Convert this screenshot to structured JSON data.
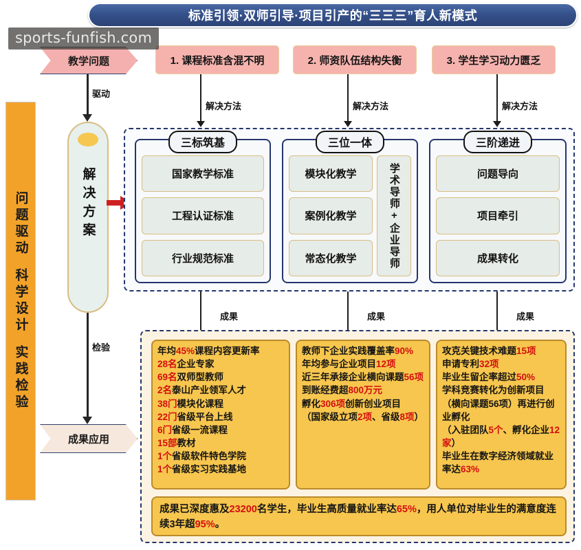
{
  "title": "标准引领·双师引导·项目引产的“三三三”育人新模式",
  "watermark": "sports-funfish.com",
  "sidebar": {
    "segments": [
      "问题驱动",
      "科学设计",
      "实践检验"
    ]
  },
  "flow": {
    "problem_chevron": "教学问题",
    "drive_label": "驱动",
    "solution_pill": "解决方案",
    "verify_label": "检验",
    "result_chevron": "成果应用"
  },
  "problems": [
    {
      "label": "1. 课程标准含混不明",
      "method_label": "解决方法"
    },
    {
      "label": "2. 师资队伍结构失衡",
      "method_label": "解决方法"
    },
    {
      "label": "3. 学生学习动力匮乏",
      "method_label": "解决方法"
    }
  ],
  "solution_groups": [
    {
      "title": "三标筑基",
      "items": [
        "国家教学标准",
        "工程认证标准",
        "行业规范标准"
      ],
      "mentor": null,
      "outcome_label": "成果"
    },
    {
      "title": "三位一体",
      "items": [
        "模块化教学",
        "案例化教学",
        "常态化教学"
      ],
      "mentor": "学术导师+企业导师",
      "outcome_label": "成果"
    },
    {
      "title": "三阶递进",
      "items": [
        "问题导向",
        "项目牵引",
        "成果转化"
      ],
      "mentor": null,
      "outcome_label": "成果"
    }
  ],
  "achievements": [
    {
      "lines": [
        [
          {
            "t": "年均",
            "h": false
          },
          {
            "t": "45%",
            "h": true
          },
          {
            "t": "课程内容更新率",
            "h": false
          }
        ],
        [
          {
            "t": "28名",
            "h": true
          },
          {
            "t": "企业专家",
            "h": false
          }
        ],
        [
          {
            "t": "69名",
            "h": true
          },
          {
            "t": "双师型教师",
            "h": false
          }
        ],
        [
          {
            "t": "2名",
            "h": true
          },
          {
            "t": "泰山产业领军人才",
            "h": false
          }
        ],
        [
          {
            "t": "38门",
            "h": true
          },
          {
            "t": "模块化课程",
            "h": false
          }
        ],
        [
          {
            "t": "22门",
            "h": true
          },
          {
            "t": "省级平台上线",
            "h": false
          }
        ],
        [
          {
            "t": "6门",
            "h": true
          },
          {
            "t": "省级一流课程",
            "h": false
          }
        ],
        [
          {
            "t": "15部",
            "h": true
          },
          {
            "t": "教材",
            "h": false
          }
        ],
        [
          {
            "t": "1个",
            "h": true
          },
          {
            "t": "省级软件特色学院",
            "h": false
          }
        ],
        [
          {
            "t": "1个",
            "h": true
          },
          {
            "t": "省级实习实践基地",
            "h": false
          }
        ]
      ]
    },
    {
      "lines": [
        [
          {
            "t": "教师下企业实践覆盖率",
            "h": false
          },
          {
            "t": "90%",
            "h": true
          }
        ],
        [
          {
            "t": "年均参与企业项目",
            "h": false
          },
          {
            "t": "12项",
            "h": true
          }
        ],
        [
          {
            "t": "近三年承接企业横向课题",
            "h": false
          },
          {
            "t": "56项",
            "h": true
          }
        ],
        [
          {
            "t": "到账经费超",
            "h": false
          },
          {
            "t": "800万元",
            "h": true
          }
        ],
        [
          {
            "t": "孵化",
            "h": false
          },
          {
            "t": "306项",
            "h": true
          },
          {
            "t": "创新创业项目",
            "h": false
          }
        ],
        [
          {
            "t": "（国家级立项",
            "h": false
          },
          {
            "t": "2项",
            "h": true
          },
          {
            "t": "、省级",
            "h": false
          },
          {
            "t": "8项",
            "h": true
          },
          {
            "t": "）",
            "h": false
          }
        ]
      ]
    },
    {
      "lines": [
        [
          {
            "t": "攻克关键技术难题",
            "h": false
          },
          {
            "t": "15项",
            "h": true
          }
        ],
        [
          {
            "t": "申请专利",
            "h": false
          },
          {
            "t": "32项",
            "h": true
          }
        ],
        [
          {
            "t": "毕业生留企率超过",
            "h": false
          },
          {
            "t": "50%",
            "h": true
          }
        ],
        [
          {
            "t": "学科竞赛转化为创新项目（横向课题56项）再进行创业孵化",
            "h": false
          }
        ],
        [
          {
            "t": "（入驻团队",
            "h": false
          },
          {
            "t": "5个",
            "h": true
          },
          {
            "t": "、孵化企业",
            "h": false
          },
          {
            "t": "12家",
            "h": true
          },
          {
            "t": "）",
            "h": false
          }
        ],
        [
          {
            "t": "毕业生在数字经济领域就业率达",
            "h": false
          },
          {
            "t": "63%",
            "h": true
          }
        ]
      ]
    }
  ],
  "summary": {
    "lines": [
      [
        {
          "t": "成果已深度惠及",
          "h": false
        },
        {
          "t": "23200",
          "h": true
        },
        {
          "t": "名学生，毕业生高质量就业率达",
          "h": false
        },
        {
          "t": "65%",
          "h": true
        },
        {
          "t": "，用人单位对毕业生的满意度连续3年超",
          "h": false
        },
        {
          "t": "95%",
          "h": true
        },
        {
          "t": "。",
          "h": false
        }
      ]
    ]
  },
  "colors": {
    "title_bg": "#35518a",
    "accent_orange": "#f3a229",
    "problem_pink": "#f6b3ae",
    "achievement_yellow": "#f7c64e",
    "highlight_red": "#d40f0f",
    "navy": "#24356e"
  }
}
